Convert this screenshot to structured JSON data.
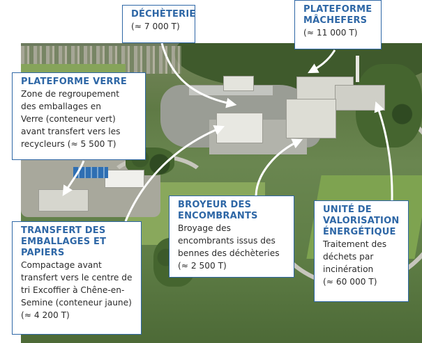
{
  "labels": {
    "decheterie": {
      "title": "DÉCHÈTERIE",
      "text": "(≈ 7 000 T)"
    },
    "machefers": {
      "title": "PLATEFORME\nMÂCHEFERS",
      "text": "(≈ 11 000 T)"
    },
    "verre": {
      "title": "PLATEFORME VERRE",
      "text": "Zone de regroupement\ndes emballages en\nVerre (conteneur vert)\navant transfert vers les\nrecycleurs (≈ 5 500 T)"
    },
    "transfert": {
      "title": "TRANSFERT DES\nEMBALLAGES ET\nPAPIERS",
      "text": "Compactage avant\ntransfert vers le centre de\ntri Excoffier à Chêne-en-\nSemine (conteneur jaune)\n(≈ 4 200 T)"
    },
    "broyeur": {
      "title": "BROYEUR DES\nENCOMBRANTS",
      "text": "Broyage des\nencombrants issus des\nbennes des déchèteries\n(≈ 2 500 T)"
    },
    "unite": {
      "title": "UNITÉ DE\nVALORISATION\nÉNERGÉTIQUE",
      "text": "Traitement des\ndéchets par\nincinération\n(≈ 60 000 T)"
    }
  },
  "colors": {
    "accent": "#2e67a6",
    "arrow": "#ffffff",
    "text": "#2b2b2b"
  }
}
